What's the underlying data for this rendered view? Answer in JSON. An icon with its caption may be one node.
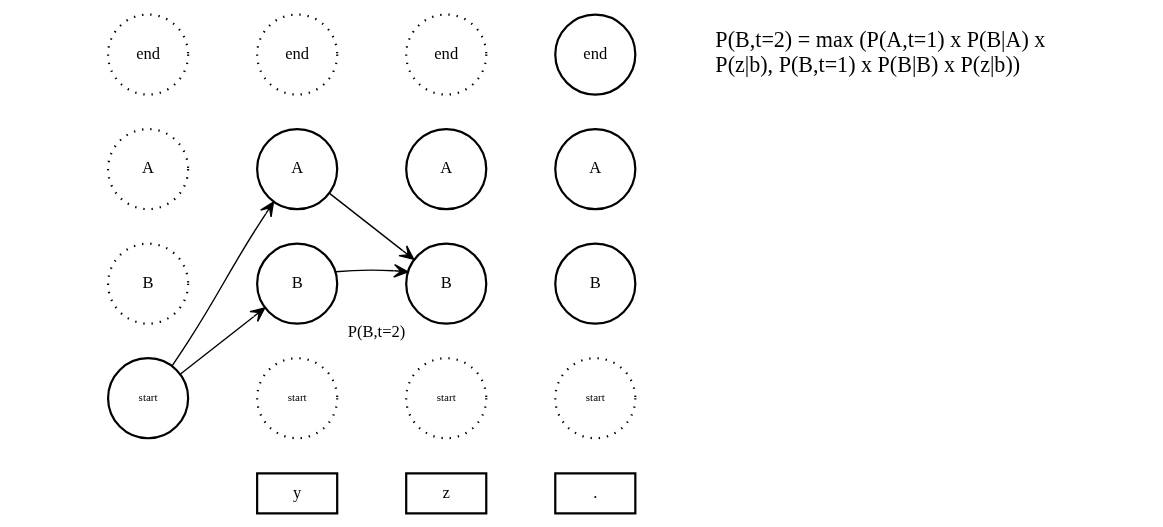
{
  "diagram": {
    "nodes": [
      {
        "text": [
          "end"
        ]
      },
      {
        "text": [
          "end"
        ]
      },
      {
        "text": [
          "end"
        ]
      },
      {
        "text": [
          "end"
        ]
      },
      {
        "text": [
          "A"
        ]
      },
      {
        "text": [
          "A"
        ]
      },
      {
        "text": [
          "A"
        ]
      },
      {
        "text": [
          "A"
        ]
      },
      {
        "text": [
          "B"
        ]
      },
      {
        "text": [
          "B"
        ]
      },
      {
        "text": [
          "B"
        ],
        "beside": [
          "P(B,t=2)"
        ]
      },
      {
        "text": [
          "B"
        ]
      },
      {
        "text": [
          "start"
        ]
      },
      {
        "text": [
          "start"
        ]
      },
      {
        "text": [
          "start"
        ]
      },
      {
        "text": [
          "start"
        ]
      },
      {
        "text": [
          "y"
        ]
      },
      {
        "text": [
          "z"
        ]
      },
      {
        "text": [
          "."
        ]
      }
    ],
    "edges": [
      {
        "from": 12,
        "to": 5,
        "arrow": "to"
      },
      {
        "from": 12,
        "to": 9,
        "arrow": "to"
      },
      {
        "from": 5,
        "to": 10,
        "arrow": "to"
      },
      {
        "from": 9,
        "to": 10,
        "arrow": "to"
      }
    ],
    "labels": [
      "P(B,t=2) = max (P(A,t=1) x P(B|A) x P(z|b), P(B,t=1) x P(B|B) x P(z|b))"
    ]
  }
}
